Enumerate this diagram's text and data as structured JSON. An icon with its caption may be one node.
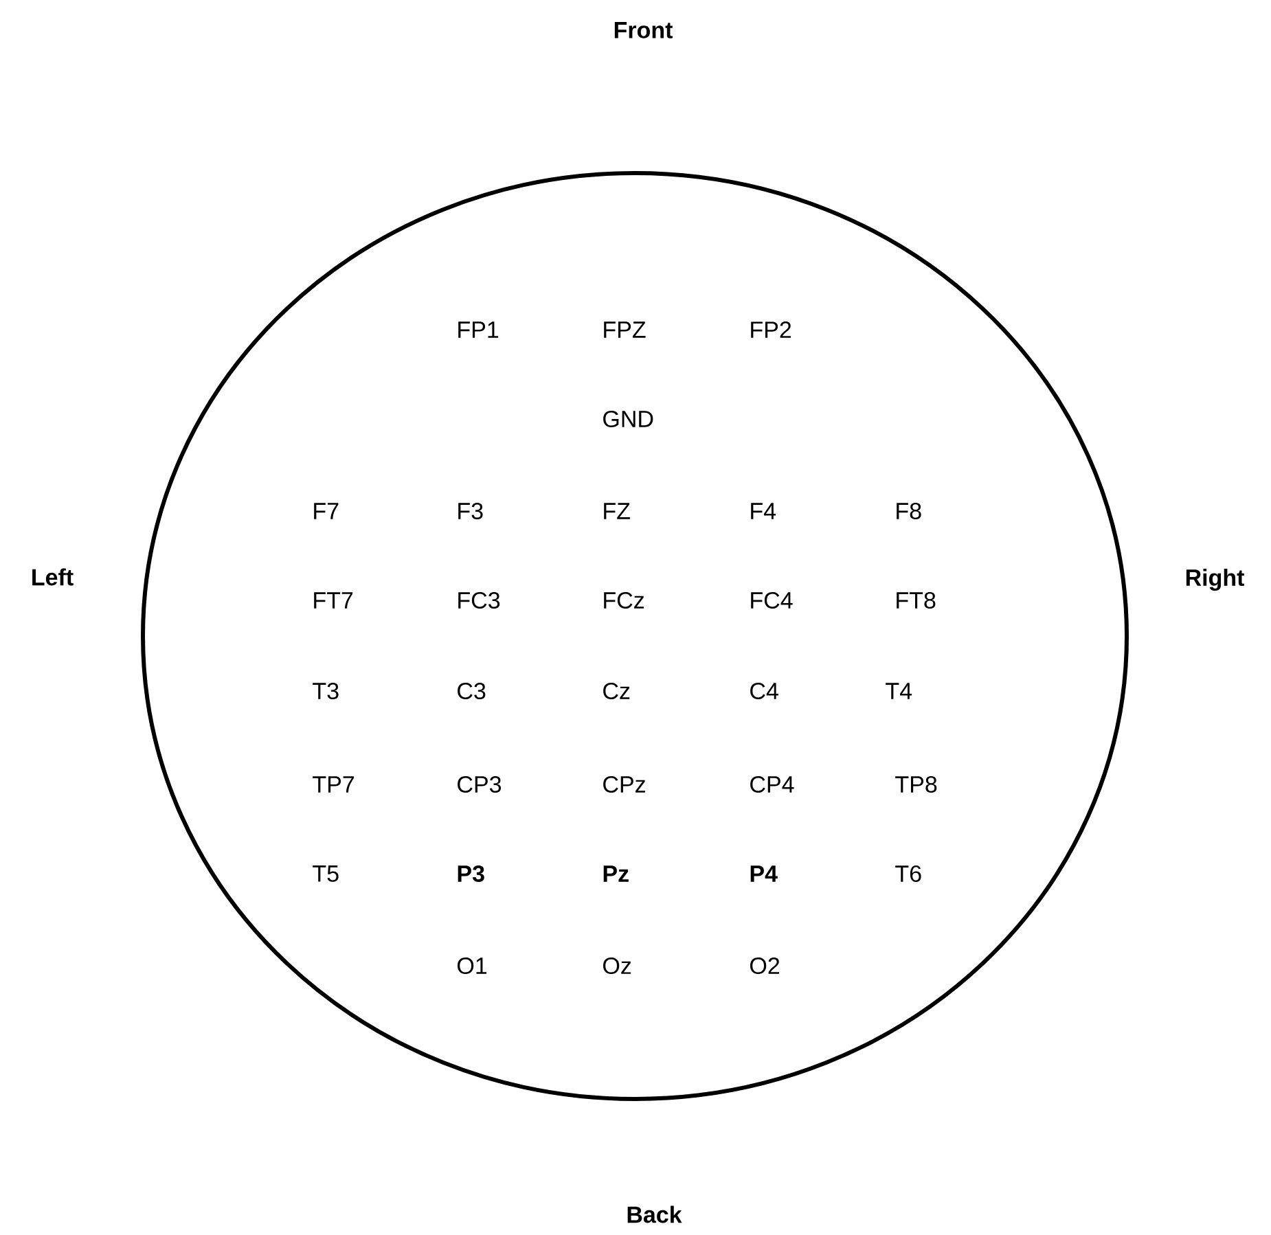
{
  "diagram": {
    "nodes": [
      {
        "text": [],
        "shape": "circle"
      }
    ],
    "labels": [
      "Front",
      "FP1",
      "FPZ",
      "FP2",
      "GND",
      "F7",
      "F3",
      "FZ",
      "F4",
      "F8",
      "Left",
      "FT7",
      "FC3",
      "FCz",
      "FC4",
      "FT8",
      "Right",
      "T3",
      "C3",
      "Cz",
      "C4",
      "T4",
      "TP7",
      "CP3",
      "CPz",
      "CP4",
      "TP8",
      "T5",
      "P3",
      "Pz",
      "P4",
      "T6",
      "O1",
      "Oz",
      "O2",
      "Back"
    ]
  }
}
